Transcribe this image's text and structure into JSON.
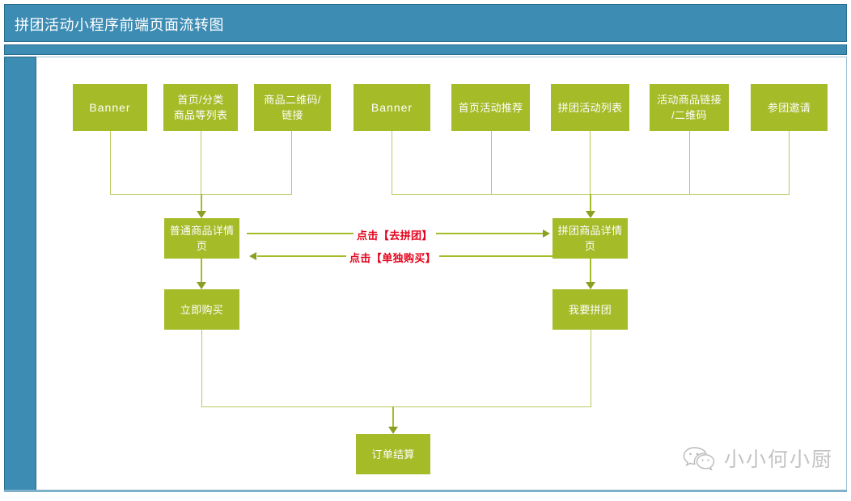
{
  "window": {
    "title": "拼团活动小程序前端页面流转图",
    "accent_color": "#3d8cb4",
    "node_color": "#a5bb28",
    "label_color": "#e4021b"
  },
  "diagram": {
    "type": "flowchart",
    "entry_nodes_left": [
      {
        "id": "banner-left",
        "label": "Banner",
        "script": "latin"
      },
      {
        "id": "home-category-list",
        "label": "首页/分类\n商品等列表",
        "script": "cjk"
      },
      {
        "id": "product-qrcode-link",
        "label": "商品二维码/\n链接",
        "script": "cjk"
      }
    ],
    "entry_nodes_right": [
      {
        "id": "banner-right",
        "label": "Banner",
        "script": "latin"
      },
      {
        "id": "home-activity-recommend",
        "label": "首页活动推荐",
        "script": "cjk"
      },
      {
        "id": "group-activity-list",
        "label": "拼团活动列表",
        "script": "cjk"
      },
      {
        "id": "activity-product-link-qrcode",
        "label": "活动商品链接\n/二维码",
        "script": "cjk"
      },
      {
        "id": "join-group-invite",
        "label": "参团邀请",
        "script": "cjk"
      }
    ],
    "detail_nodes": [
      {
        "id": "normal-product-detail",
        "label": "普通商品详情\n页"
      },
      {
        "id": "group-product-detail",
        "label": "拼团商品详情\n页"
      }
    ],
    "action_nodes": [
      {
        "id": "buy-now",
        "label": "立即购买"
      },
      {
        "id": "i-want-group",
        "label": "我要拼团"
      }
    ],
    "terminal_node": {
      "id": "order-settlement",
      "label": "订单结算"
    },
    "edge_labels": [
      {
        "id": "go-group-buy",
        "label": "点击【去拼团】",
        "direction": "left-to-right"
      },
      {
        "id": "buy-alone",
        "label": "点击【单独购买】",
        "direction": "right-to-left"
      }
    ]
  },
  "watermark": {
    "text": "小小何小厨",
    "icon": "wechat-icon"
  }
}
